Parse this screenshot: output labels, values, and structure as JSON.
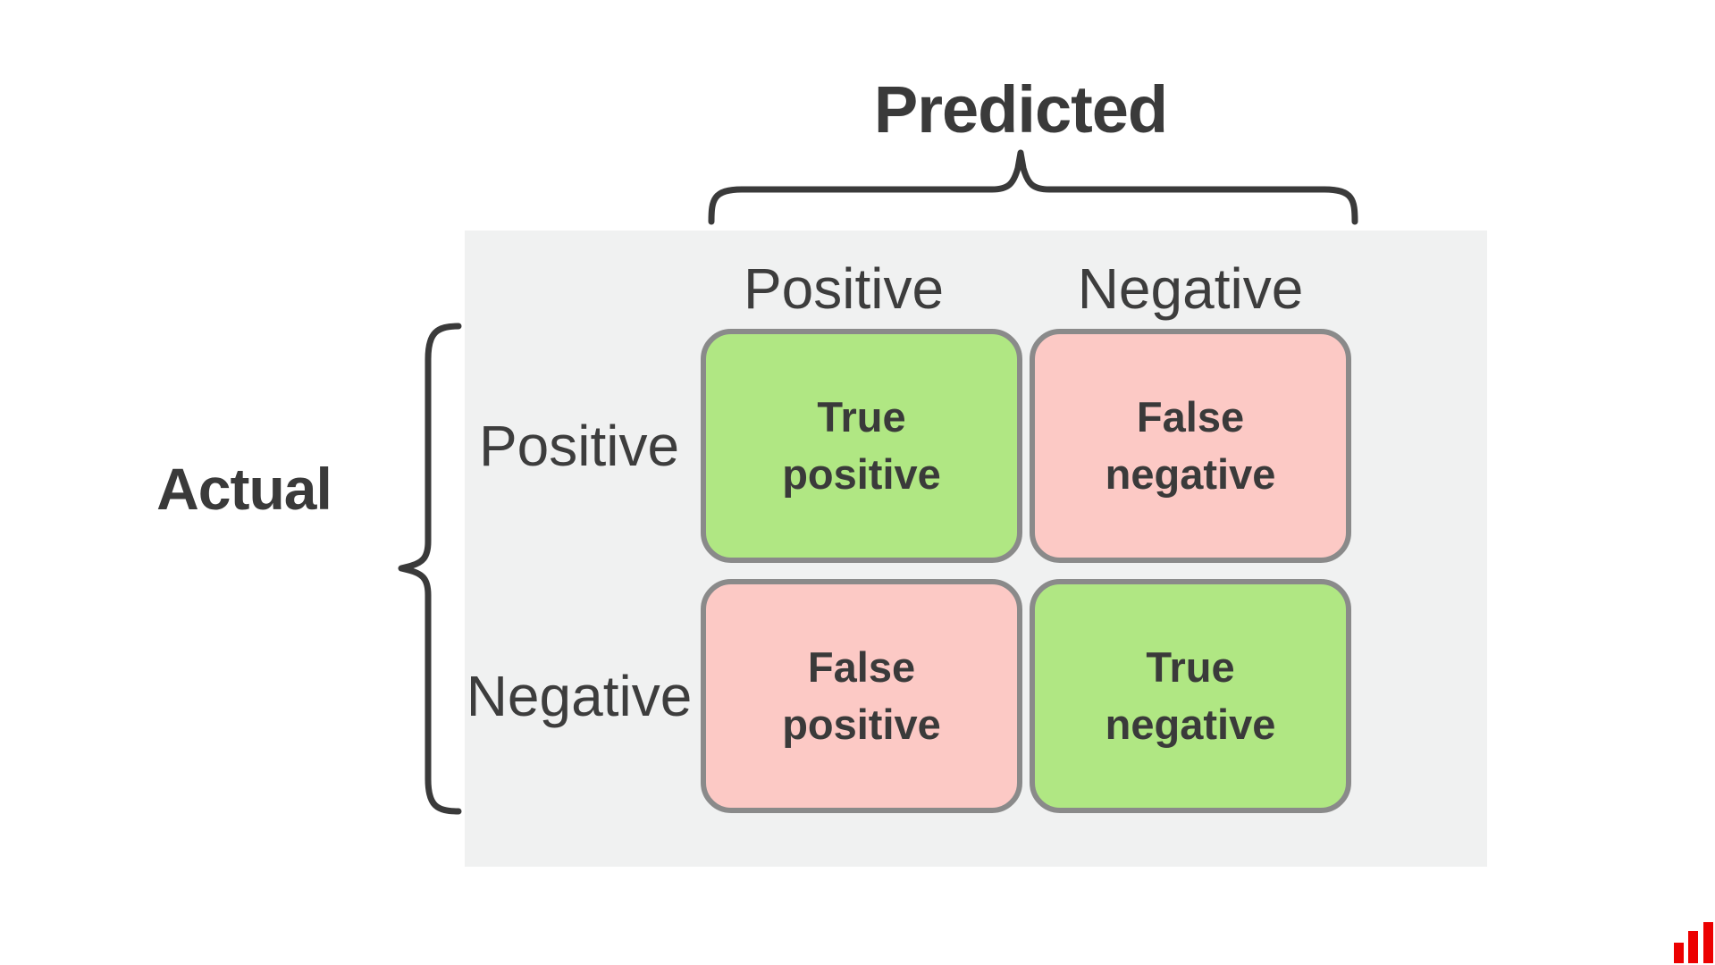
{
  "predicted_title": "Predicted",
  "actual_title": "Actual",
  "column_headers": [
    {
      "label": "Positive"
    },
    {
      "label": "Negative"
    }
  ],
  "row_headers": [
    {
      "label": "Positive"
    },
    {
      "label": "Negative"
    }
  ],
  "cells": [
    {
      "name": "true-positive",
      "line1": "True",
      "line2": "positive",
      "status": "correct"
    },
    {
      "name": "false-negative",
      "line1": "False",
      "line2": "negative",
      "status": "incorrect"
    },
    {
      "name": "false-positive",
      "line1": "False",
      "line2": "positive",
      "status": "incorrect"
    },
    {
      "name": "true-negative",
      "line1": "True",
      "line2": "negative",
      "status": "correct"
    }
  ],
  "logo": {
    "icon": "bar-chart-icon",
    "bar_count": 3
  },
  "colors": {
    "correct-color": "#b0e783",
    "incorrect-color": "#fcc9c5",
    "panel-color": "#f0f1f1",
    "cell-border-color": "#8a8a8a",
    "brace-color": "#3a3a3a",
    "text-color": "#3a3a3a",
    "logo-color": "#ec0000"
  }
}
